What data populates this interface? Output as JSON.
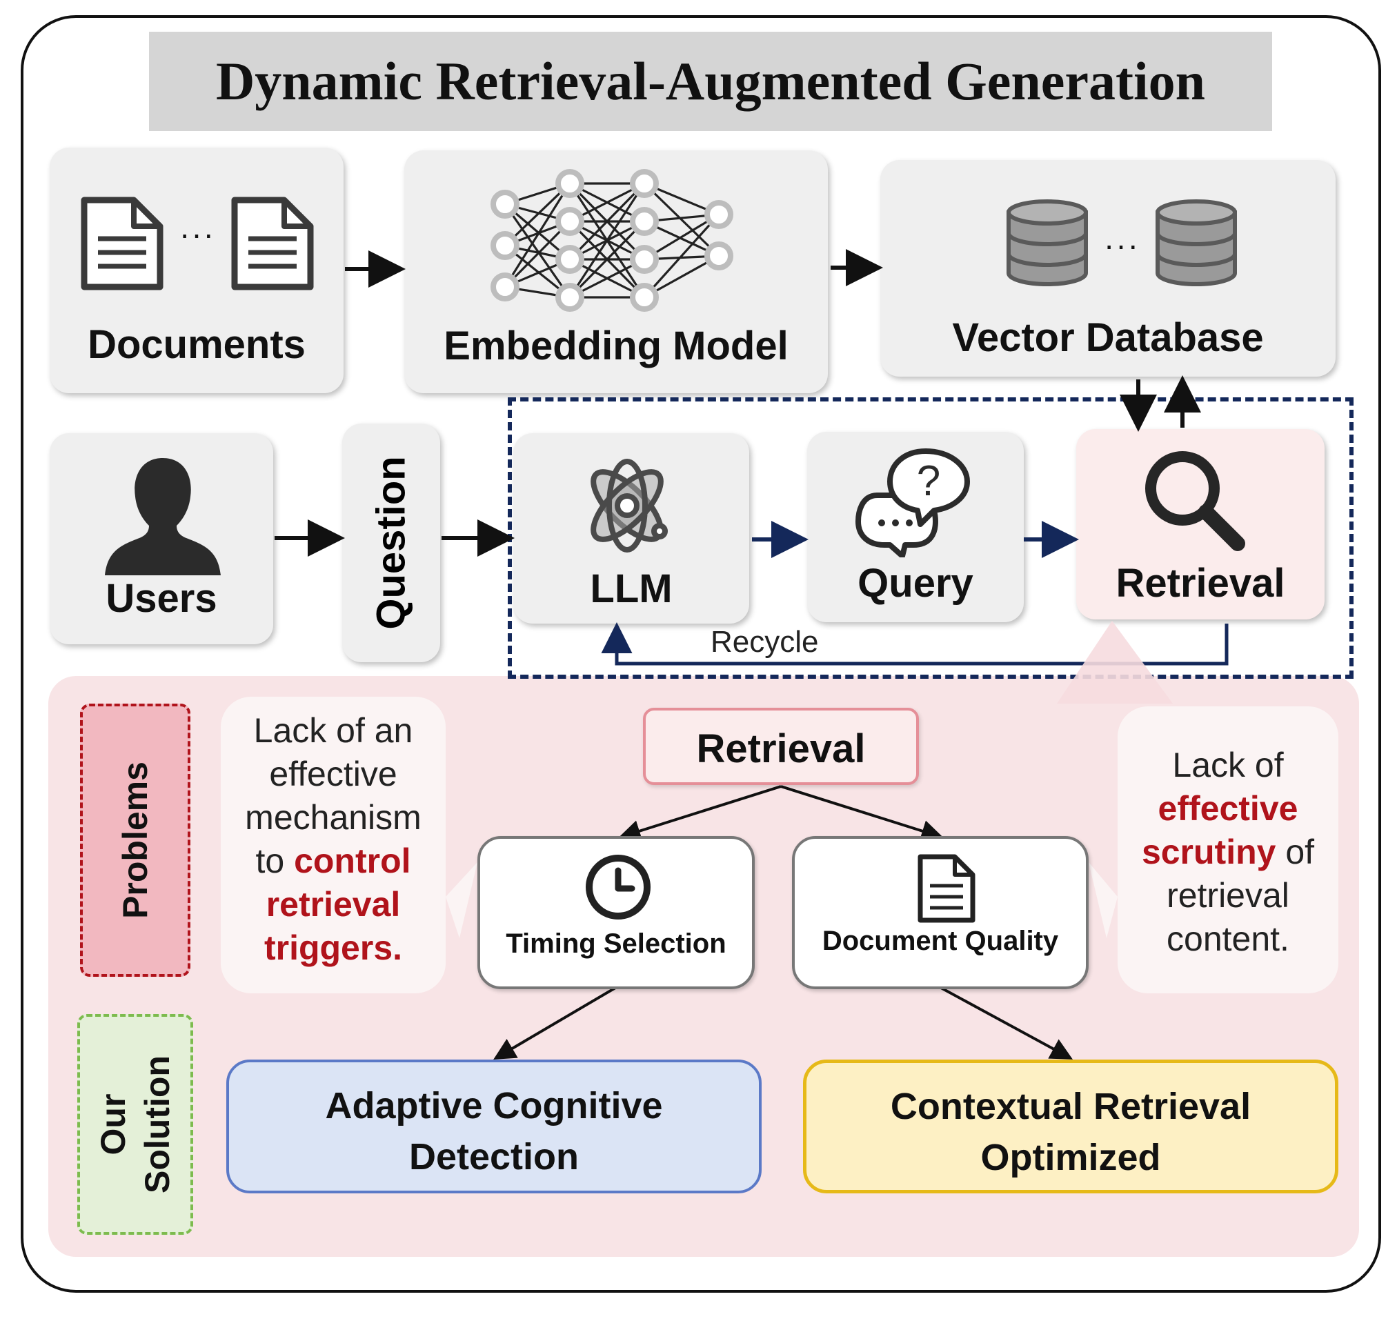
{
  "title": "Dynamic Retrieval-Augmented Generation",
  "pipeline": {
    "documents": "Documents",
    "embedding_model": "Embedding Model",
    "vector_database": "Vector Database",
    "users": "Users",
    "question": "Question",
    "llm": "LLM",
    "query": "Query",
    "retrieval": "Retrieval",
    "recycle": "Recycle",
    "ellipsis": "···"
  },
  "problems": {
    "label": "Problems",
    "left_text": {
      "line1": "Lack of an",
      "line2": "effective",
      "line3": "mechanism",
      "line4_plain": "to ",
      "line4_red": "control",
      "line5": "retrieval",
      "line6": "triggers."
    },
    "right_text": {
      "line1": "Lack of",
      "line2": "effective",
      "line3_red": "scrutiny",
      "line3_plain": " of",
      "line4": "retrieval",
      "line5": "content."
    },
    "center_node": "Retrieval",
    "timing_selection": "Timing Selection",
    "document_quality": "Document Quality"
  },
  "solution": {
    "label_line1": "Our",
    "label_line2": "Solution",
    "adaptive_line1": "Adaptive Cognitive",
    "adaptive_line2": "Detection",
    "contextual_line1": "Contextual Retrieval",
    "contextual_line2": "Optimized"
  },
  "colors": {
    "dashed_border": "#14285a",
    "highlight_red": "#b0131b",
    "problems_fill": "#f2b8c0",
    "solution_fill": "#e4f0d8",
    "adaptive_fill": "#dbe4f5",
    "contextual_fill": "#fdf0c4"
  }
}
